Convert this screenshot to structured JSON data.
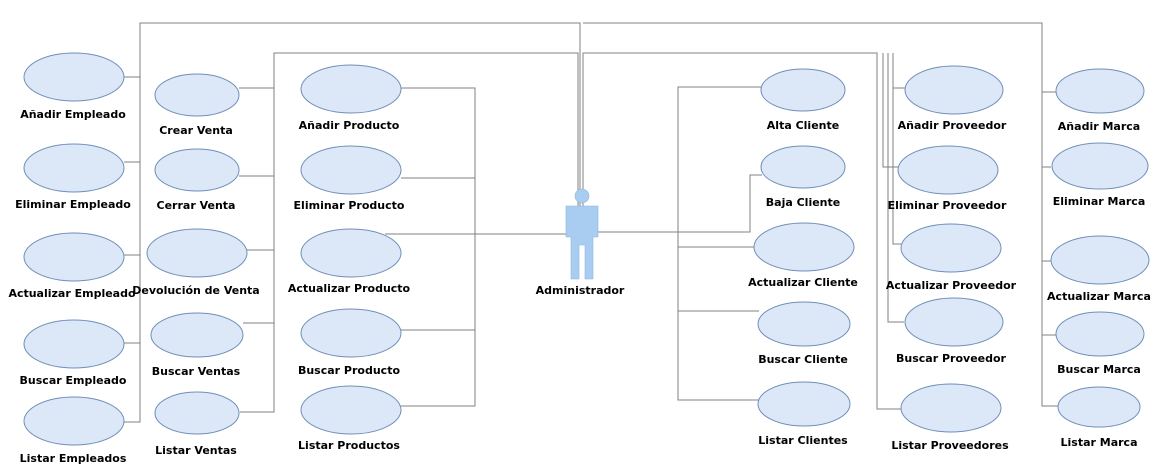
{
  "colors": {
    "ellipse_fill": "#dce8f7",
    "ellipse_stroke": "#6f8fb8",
    "connector": "#808080",
    "actor": "#a9cdf1"
  },
  "actor": {
    "label": "Administrador",
    "icon": "actor-person-icon"
  },
  "groups": {
    "empleados": [
      {
        "id": "anadir-empleado",
        "label": "Añadir Empleado"
      },
      {
        "id": "eliminar-empleado",
        "label": "Eliminar Empleado"
      },
      {
        "id": "actualizar-empleado",
        "label": "Actualizar Empleado"
      },
      {
        "id": "buscar-empleado",
        "label": "Buscar Empleado"
      },
      {
        "id": "listar-empleados",
        "label": "Listar Empleados"
      }
    ],
    "ventas": [
      {
        "id": "crear-venta",
        "label": "Crear Venta"
      },
      {
        "id": "cerrar-venta",
        "label": "Cerrar Venta"
      },
      {
        "id": "devolucion-venta",
        "label": "Devolución de Venta"
      },
      {
        "id": "buscar-ventas",
        "label": "Buscar Ventas"
      },
      {
        "id": "listar-ventas",
        "label": "Listar Ventas"
      }
    ],
    "productos": [
      {
        "id": "anadir-producto",
        "label": "Añadir Producto"
      },
      {
        "id": "eliminar-producto",
        "label": "Eliminar Producto"
      },
      {
        "id": "actualizar-producto",
        "label": "Actualizar Producto"
      },
      {
        "id": "buscar-producto",
        "label": "Buscar Producto"
      },
      {
        "id": "listar-productos",
        "label": "Listar Productos"
      }
    ],
    "clientes": [
      {
        "id": "alta-cliente",
        "label": "Alta Cliente"
      },
      {
        "id": "baja-cliente",
        "label": "Baja Cliente"
      },
      {
        "id": "actualizar-cliente",
        "label": "Actualizar Cliente"
      },
      {
        "id": "buscar-cliente",
        "label": "Buscar Cliente"
      },
      {
        "id": "listar-clientes",
        "label": "Listar Clientes"
      }
    ],
    "proveedores": [
      {
        "id": "anadir-proveedor",
        "label": "Añadir Proveedor"
      },
      {
        "id": "eliminar-proveedor",
        "label": "Eliminar Proveedor"
      },
      {
        "id": "actualizar-proveedor",
        "label": "Actualizar Proveedor"
      },
      {
        "id": "buscar-proveedor",
        "label": "Buscar Proveedor"
      },
      {
        "id": "listar-proveedores",
        "label": "Listar Proveedores"
      }
    ],
    "marcas": [
      {
        "id": "anadir-marca",
        "label": "Añadir Marca"
      },
      {
        "id": "eliminar-marca",
        "label": "Eliminar Marca"
      },
      {
        "id": "actualizar-marca",
        "label": "Actualizar Marca"
      },
      {
        "id": "buscar-marca",
        "label": "Buscar Marca"
      },
      {
        "id": "listar-marca",
        "label": "Listar Marca"
      }
    ]
  }
}
